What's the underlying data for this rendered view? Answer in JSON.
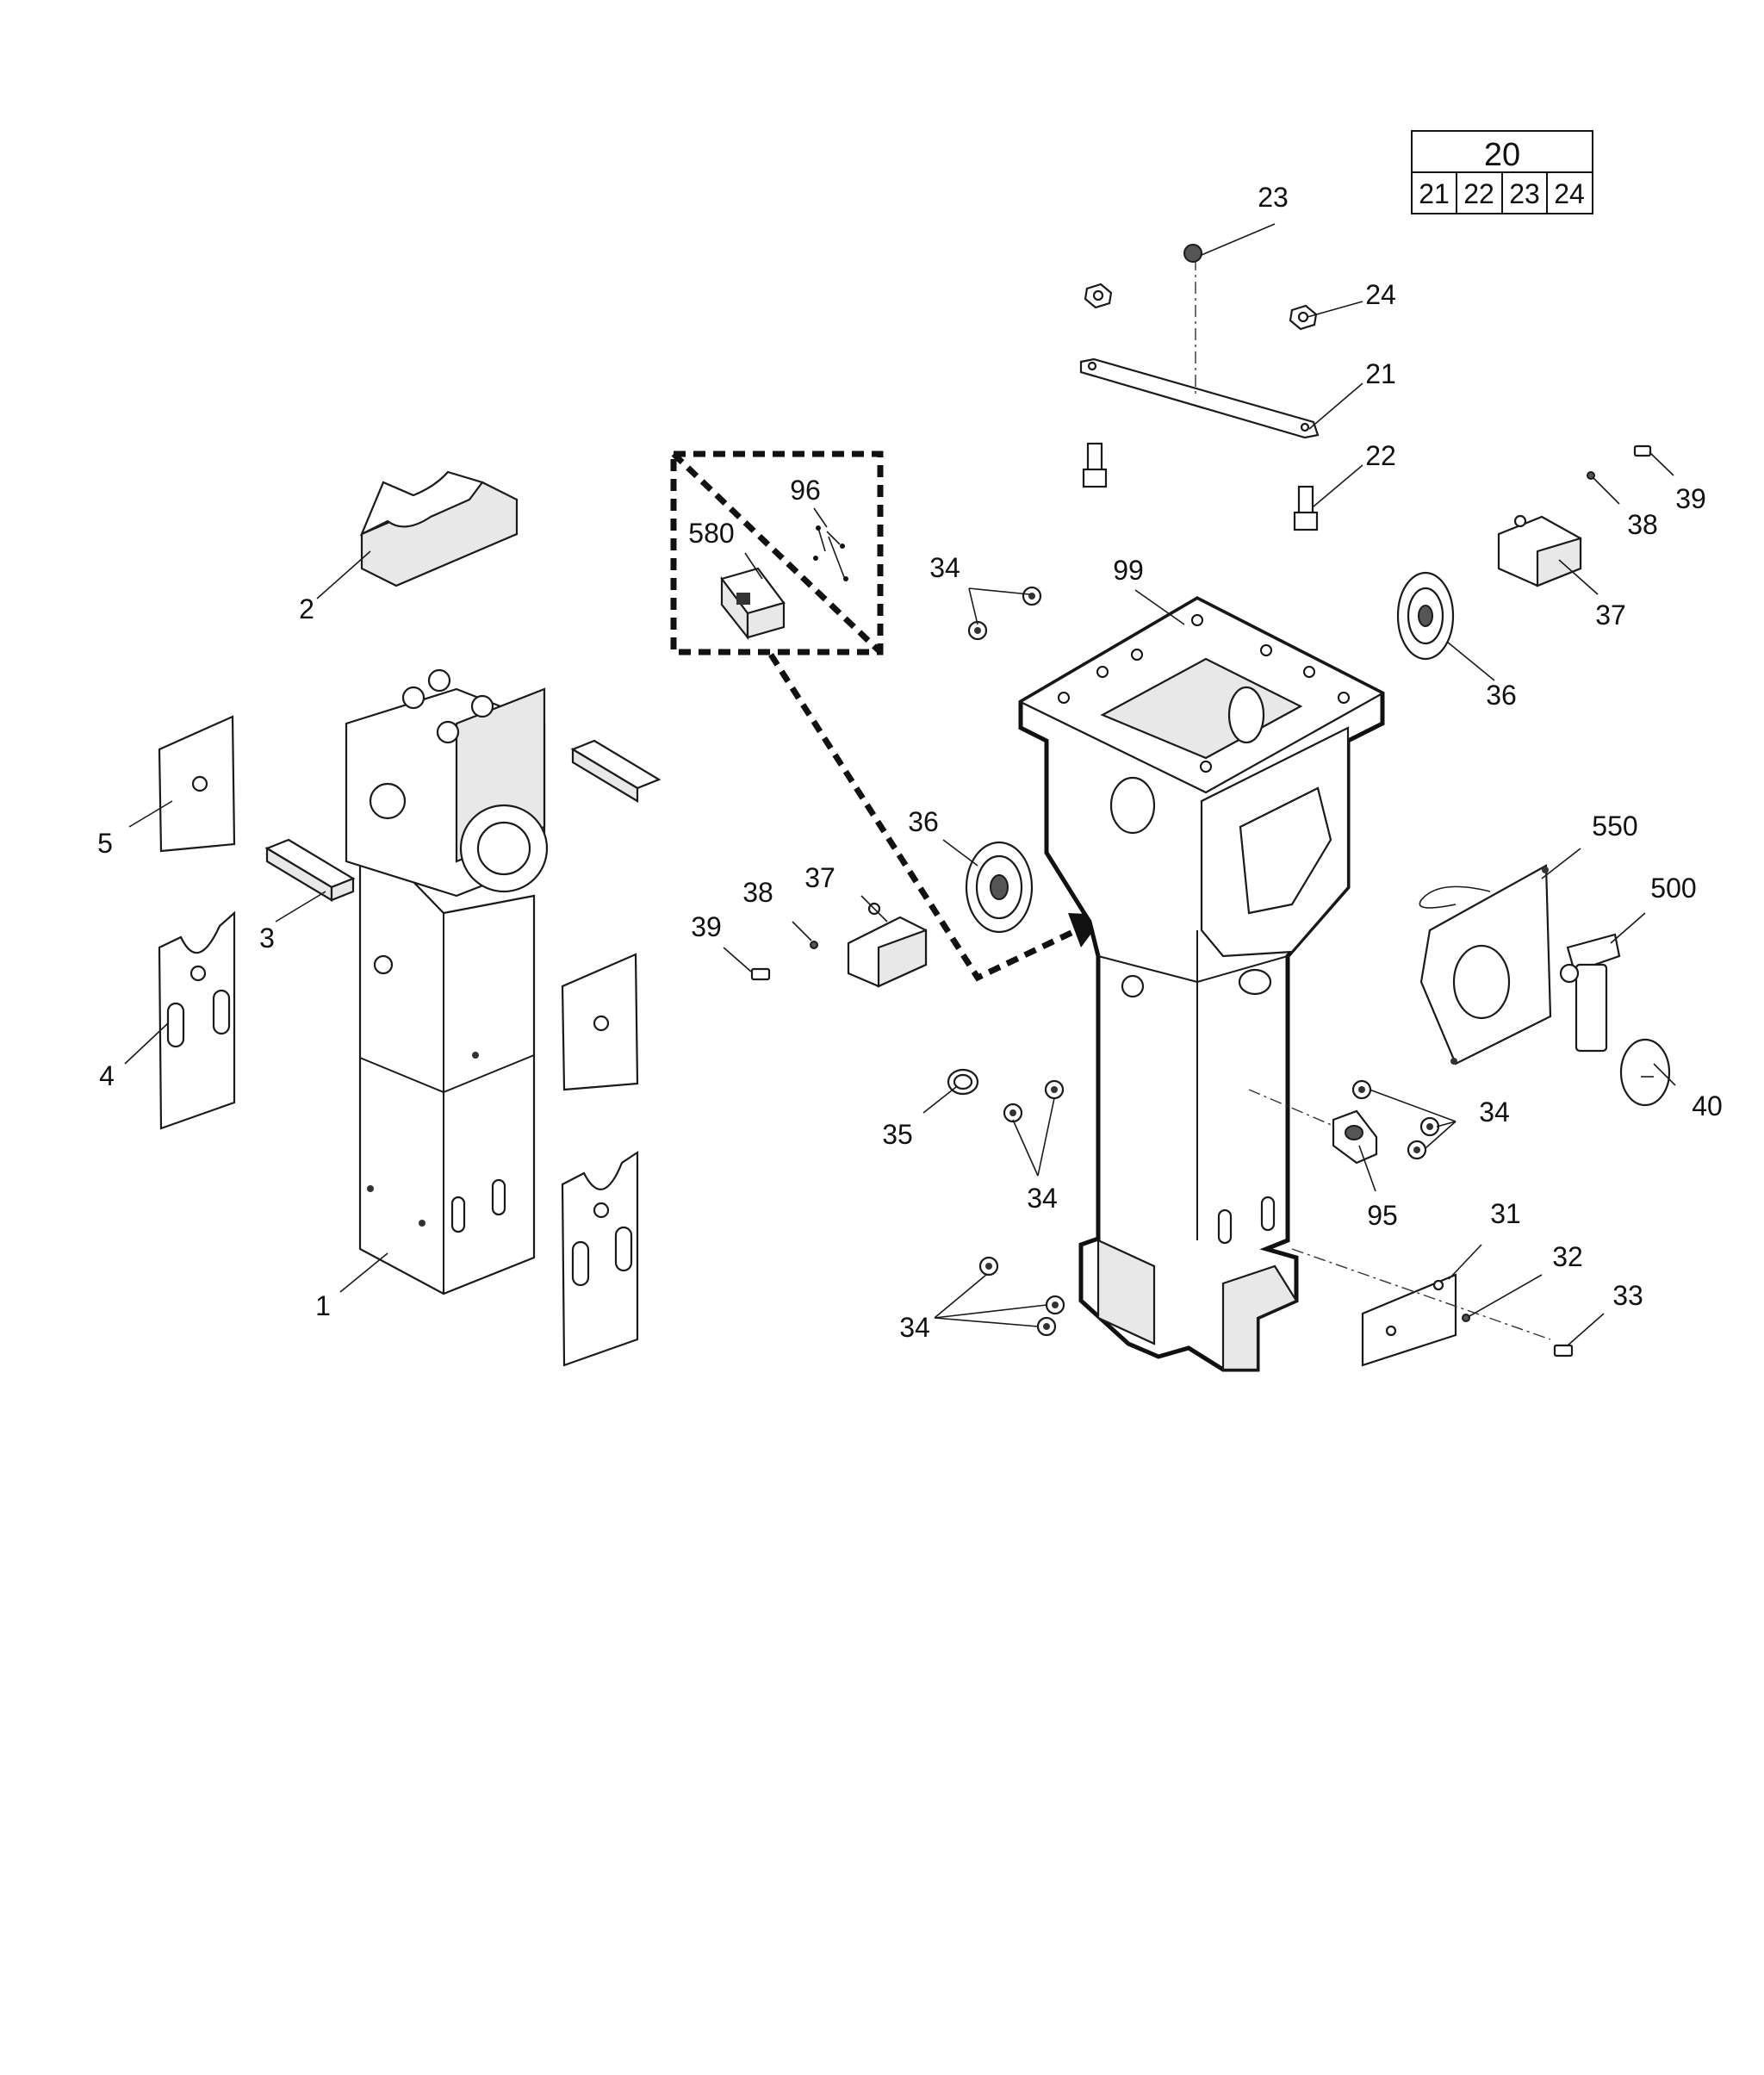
{
  "kit_table": {
    "header": "20",
    "cells": [
      "21",
      "22",
      "23",
      "24"
    ]
  },
  "callouts": {
    "c1": "1",
    "c2": "2",
    "c3": "3",
    "c4": "4",
    "c5": "5",
    "c21": "21",
    "c22": "22",
    "c23": "23",
    "c24": "24",
    "c31": "31",
    "c32": "32",
    "c33": "33",
    "c34a": "34",
    "c34b": "34",
    "c34c": "34",
    "c34d": "34",
    "c35": "35",
    "c36a": "36",
    "c36b": "36",
    "c37a": "37",
    "c37b": "37",
    "c38a": "38",
    "c38b": "38",
    "c39a": "39",
    "c39b": "39",
    "c40": "40",
    "c95": "95",
    "c96": "96",
    "c99": "99",
    "c500": "500",
    "c550": "550",
    "c580": "580"
  }
}
